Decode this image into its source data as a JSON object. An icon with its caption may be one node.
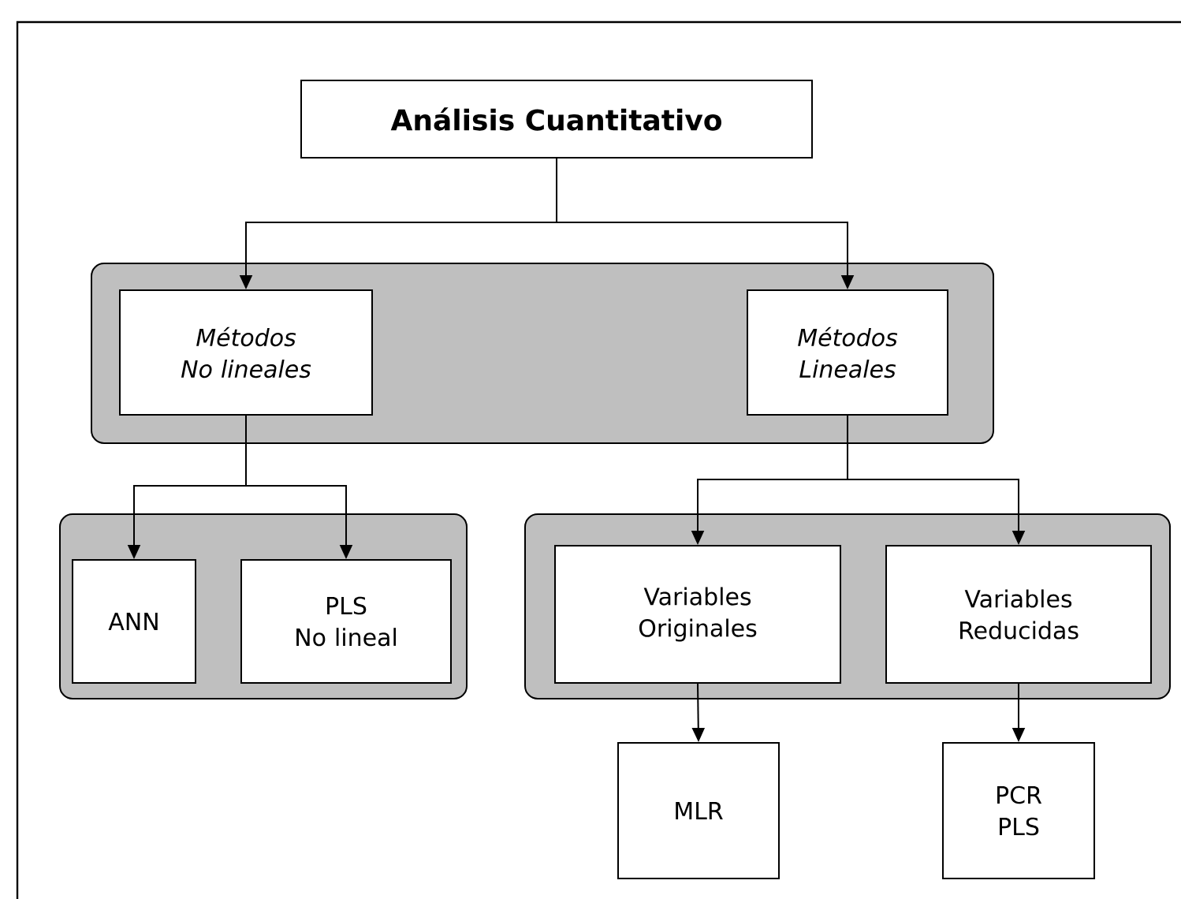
{
  "diagram": {
    "nodes": [
      {
        "text": [
          "Análisis Cuantitativo"
        ]
      },
      {
        "text": [],
        "shape": "box"
      },
      {
        "text": [
          "Métodos No lineales"
        ],
        "in": 1
      },
      {
        "text": [
          "Métodos Lineales"
        ],
        "in": 1
      },
      {
        "text": [],
        "shape": "box"
      },
      {
        "text": [
          "ANN"
        ],
        "in": 4
      },
      {
        "text": [
          "PLS No lineal"
        ],
        "in": 4
      },
      {
        "text": [],
        "shape": "box"
      },
      {
        "text": [
          "Variables Originales"
        ],
        "in": 7
      },
      {
        "text": [
          "Variables Reducidas"
        ],
        "in": 7
      },
      {
        "text": [
          "MLR"
        ]
      },
      {
        "text": [
          "PCR PLS"
        ]
      }
    ],
    "edges": [
      {
        "from": 0,
        "to": 2,
        "arrow": "to"
      },
      {
        "from": 0,
        "to": 3,
        "arrow": "to"
      },
      {
        "from": 2,
        "to": 5,
        "arrow": "to"
      },
      {
        "from": 2,
        "to": 6,
        "arrow": "to"
      },
      {
        "from": 3,
        "to": 8,
        "arrow": "to"
      },
      {
        "from": 3,
        "to": 9,
        "arrow": "to"
      },
      {
        "from": 8,
        "to": 10,
        "arrow": "to"
      },
      {
        "from": 9,
        "to": 11,
        "arrow": "to"
      }
    ]
  }
}
